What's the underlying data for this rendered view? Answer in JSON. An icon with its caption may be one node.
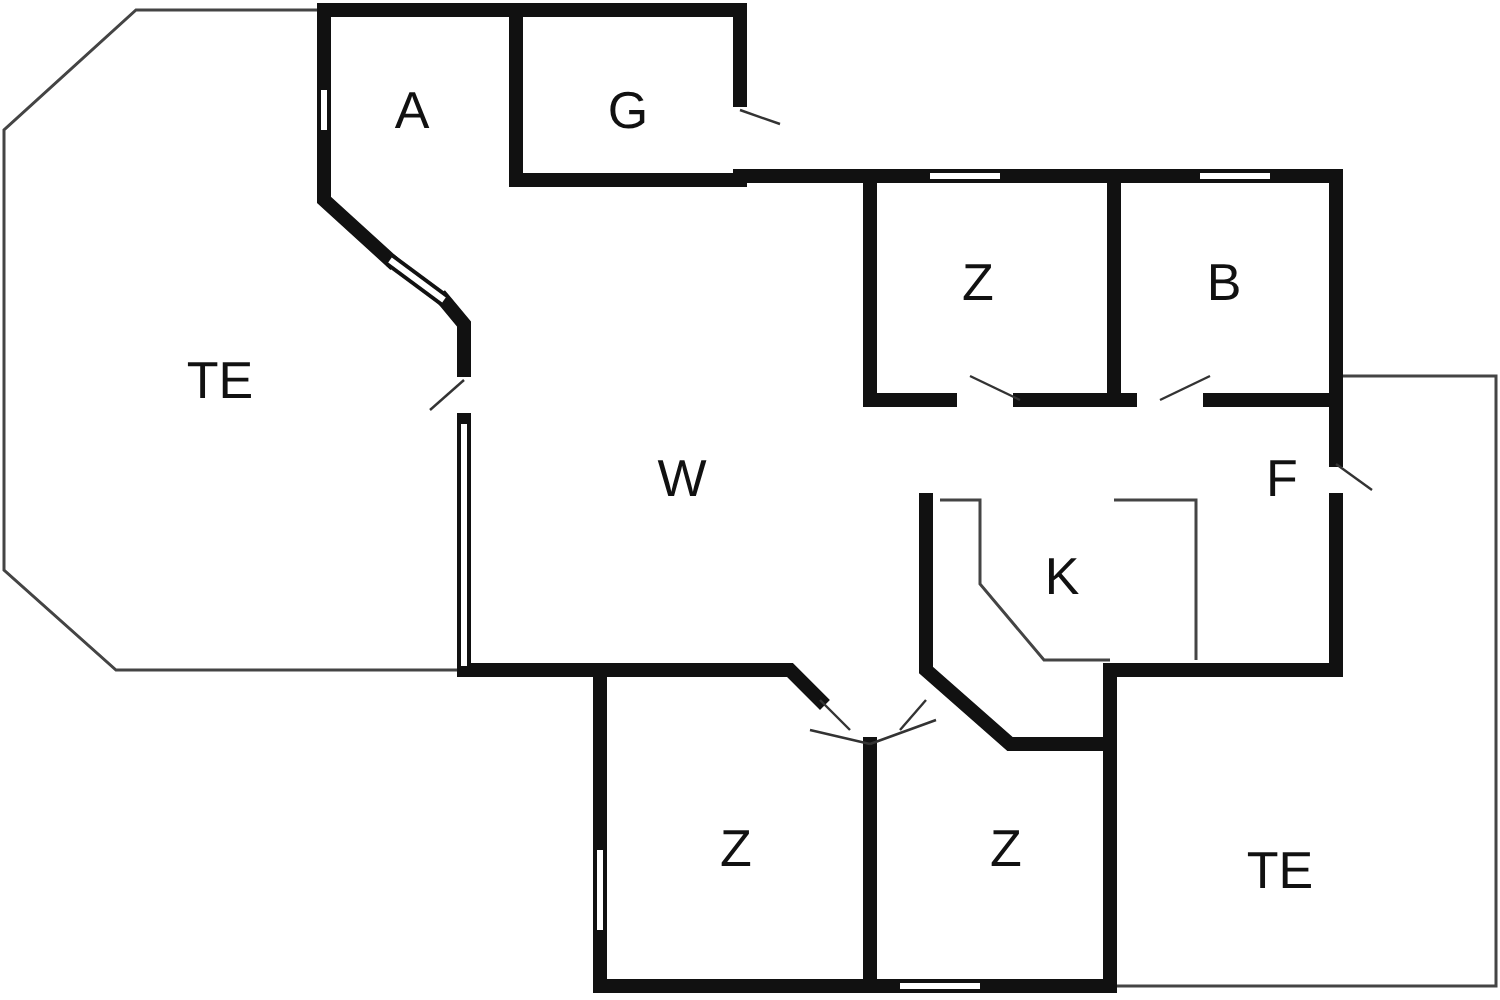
{
  "diagram": {
    "labels": [
      "TE",
      "A",
      "G",
      "Z",
      "B",
      "W",
      "F",
      "K",
      "Z",
      "Z",
      "TE"
    ]
  }
}
